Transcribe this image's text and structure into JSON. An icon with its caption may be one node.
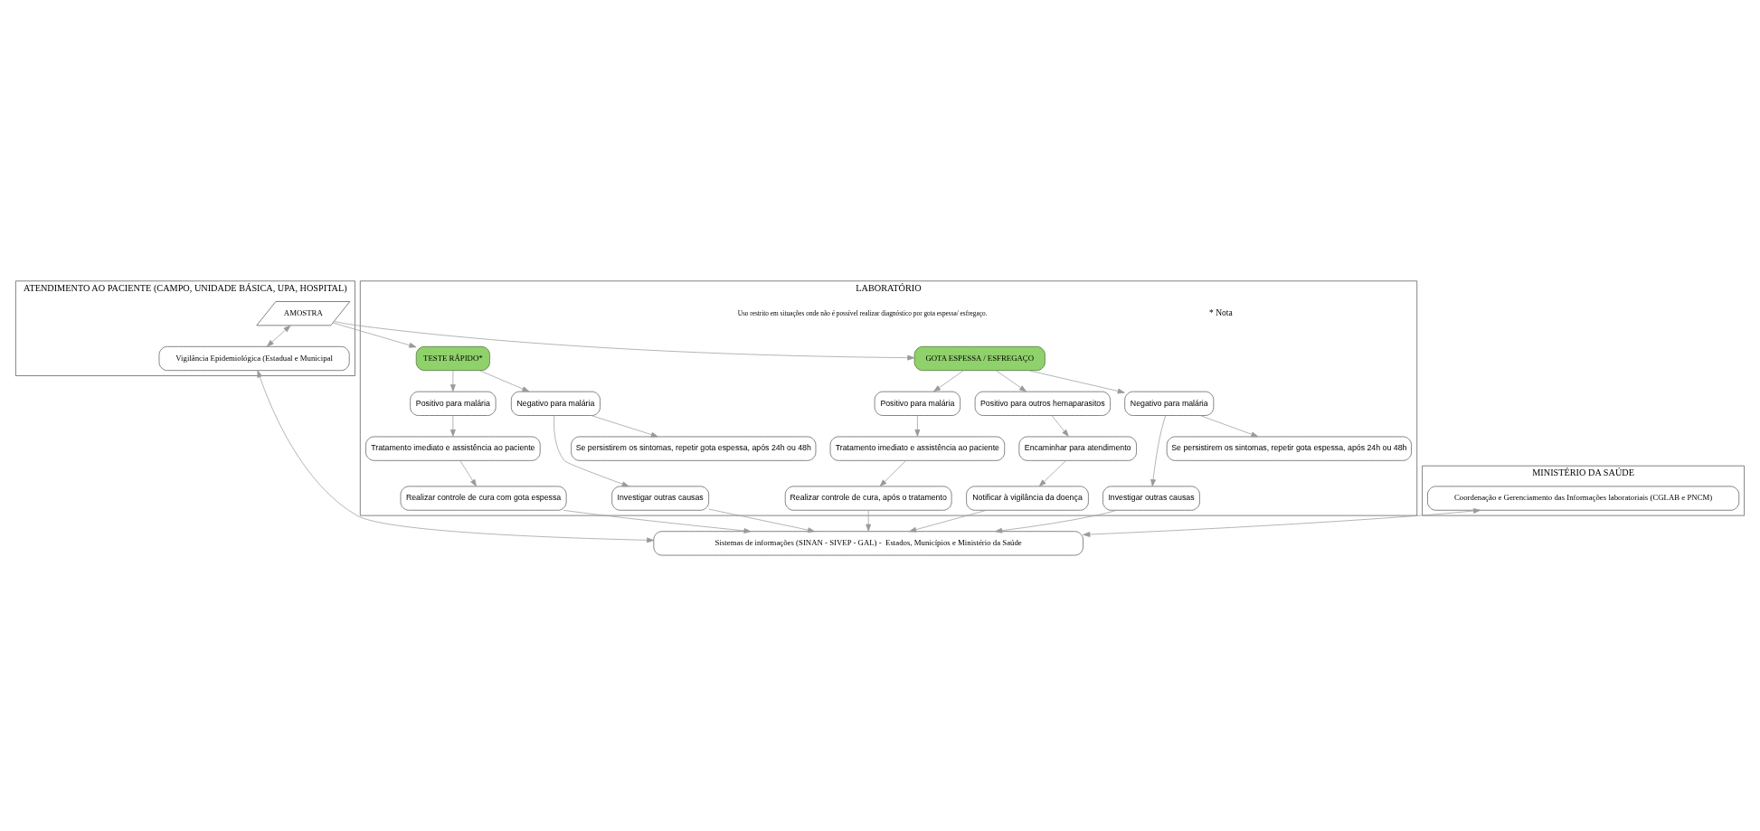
{
  "diagram": {
    "nodes": [
      {
        "text": [
          "ATENDIMENTO AO PACIENTE (CAMPO, UNIDADE BÁSICA, UPA, HOSPITAL)"
        ]
      },
      {
        "text": [
          "LABORATÓRIO"
        ]
      },
      {
        "text": [
          "MINISTÉRIO DA SAÚDE"
        ]
      },
      {
        "text": [
          "AMOSTRA"
        ],
        "in": 0
      },
      {
        "text": [
          "Vigilância Epidemiológica (Estadual e Municipal"
        ],
        "in": 0
      },
      {
        "text": [
          "GOTA ESPESSA / ESFREGAÇO"
        ],
        "in": 1
      },
      {
        "text": [
          "TESTE RÁPIDO*"
        ],
        "in": 1
      },
      {
        "text": [
          "Positivo para malária"
        ],
        "in": 1
      },
      {
        "text": [
          "Positivo para outros hemaparasitos"
        ],
        "in": 1
      },
      {
        "text": [
          "Negativo para malária"
        ],
        "in": 1
      },
      {
        "text": [
          "Tratamento imediato e assistência ao paciente"
        ],
        "in": 1
      },
      {
        "text": [
          "Encaminhar para atendimento"
        ],
        "in": 1
      },
      {
        "text": [
          "Investigar outras causas"
        ],
        "in": 1
      },
      {
        "text": [
          "Se persistirem os sintomas, repetir gota espessa, após 24h ou 48h"
        ],
        "in": 1
      },
      {
        "text": [
          "Realizar controle de cura, após o tratamento"
        ],
        "in": 1
      },
      {
        "text": [
          "Notificar à vigilância da doença"
        ],
        "in": 1
      },
      {
        "text": [
          "Positivo para malária"
        ],
        "in": 1
      },
      {
        "text": [
          "Negativo para malária"
        ],
        "in": 1
      },
      {
        "text": [
          "Tratamento imediato e assistência ao paciente"
        ],
        "in": 1
      },
      {
        "text": [
          "Investigar outras causas"
        ],
        "in": 1
      },
      {
        "text": [
          "Realizar controle de cura com gota espessa"
        ],
        "in": 1
      },
      {
        "text": [
          "Se persistirem os sintomas, repetir gota espessa, após 24h ou 48h"
        ],
        "in": 1
      },
      {
        "text": [
          "Coordenação e Gerenciamento das Informações laboratoriais (CGLAB e PNCM)"
        ],
        "in": 2
      },
      {
        "text": [
          "Sistemas de informações (SINAN - SIVEP - GAL) -  Estados, Municípios e Ministério da Saúde"
        ]
      }
    ],
    "edges": [
      {
        "from": 3,
        "to": 5,
        "arrow": "to"
      },
      {
        "from": 3,
        "to": 6,
        "arrow": "to"
      },
      {
        "from": 3,
        "to": 4,
        "arrow": "both"
      },
      {
        "from": 5,
        "to": 7,
        "arrow": "to"
      },
      {
        "from": 5,
        "to": 8,
        "arrow": "to"
      },
      {
        "from": 5,
        "to": 9,
        "arrow": "to"
      },
      {
        "from": 6,
        "to": 16,
        "arrow": "to"
      },
      {
        "from": 6,
        "to": 17,
        "arrow": "to"
      },
      {
        "from": 7,
        "to": 10,
        "arrow": "to"
      },
      {
        "from": 8,
        "to": 11,
        "arrow": "to"
      },
      {
        "from": 9,
        "to": 12,
        "arrow": "to"
      },
      {
        "from": 9,
        "to": 13,
        "arrow": "to"
      },
      {
        "from": 10,
        "to": 14,
        "arrow": "to"
      },
      {
        "from": 11,
        "to": 15,
        "arrow": "to"
      },
      {
        "from": 16,
        "to": 18,
        "arrow": "to"
      },
      {
        "from": 17,
        "to": 19,
        "arrow": "to"
      },
      {
        "from": 17,
        "to": 21,
        "arrow": "to"
      },
      {
        "from": 18,
        "to": 20,
        "arrow": "to"
      },
      {
        "from": 14,
        "to": 23,
        "arrow": "to"
      },
      {
        "from": 15,
        "to": 23,
        "arrow": "to"
      },
      {
        "from": 12,
        "to": 23,
        "arrow": "to"
      },
      {
        "from": 20,
        "to": 23,
        "arrow": "to"
      },
      {
        "from": 19,
        "to": 23,
        "arrow": "to"
      },
      {
        "from": 4,
        "to": 23,
        "arrow": "both"
      },
      {
        "from": 22,
        "to": 23,
        "arrow": "both"
      }
    ],
    "labels": [
      "* Nota",
      "Uso restrito em situações onde não é possível realizar diagnóstico por gota espessa/ esfregaço."
    ]
  }
}
